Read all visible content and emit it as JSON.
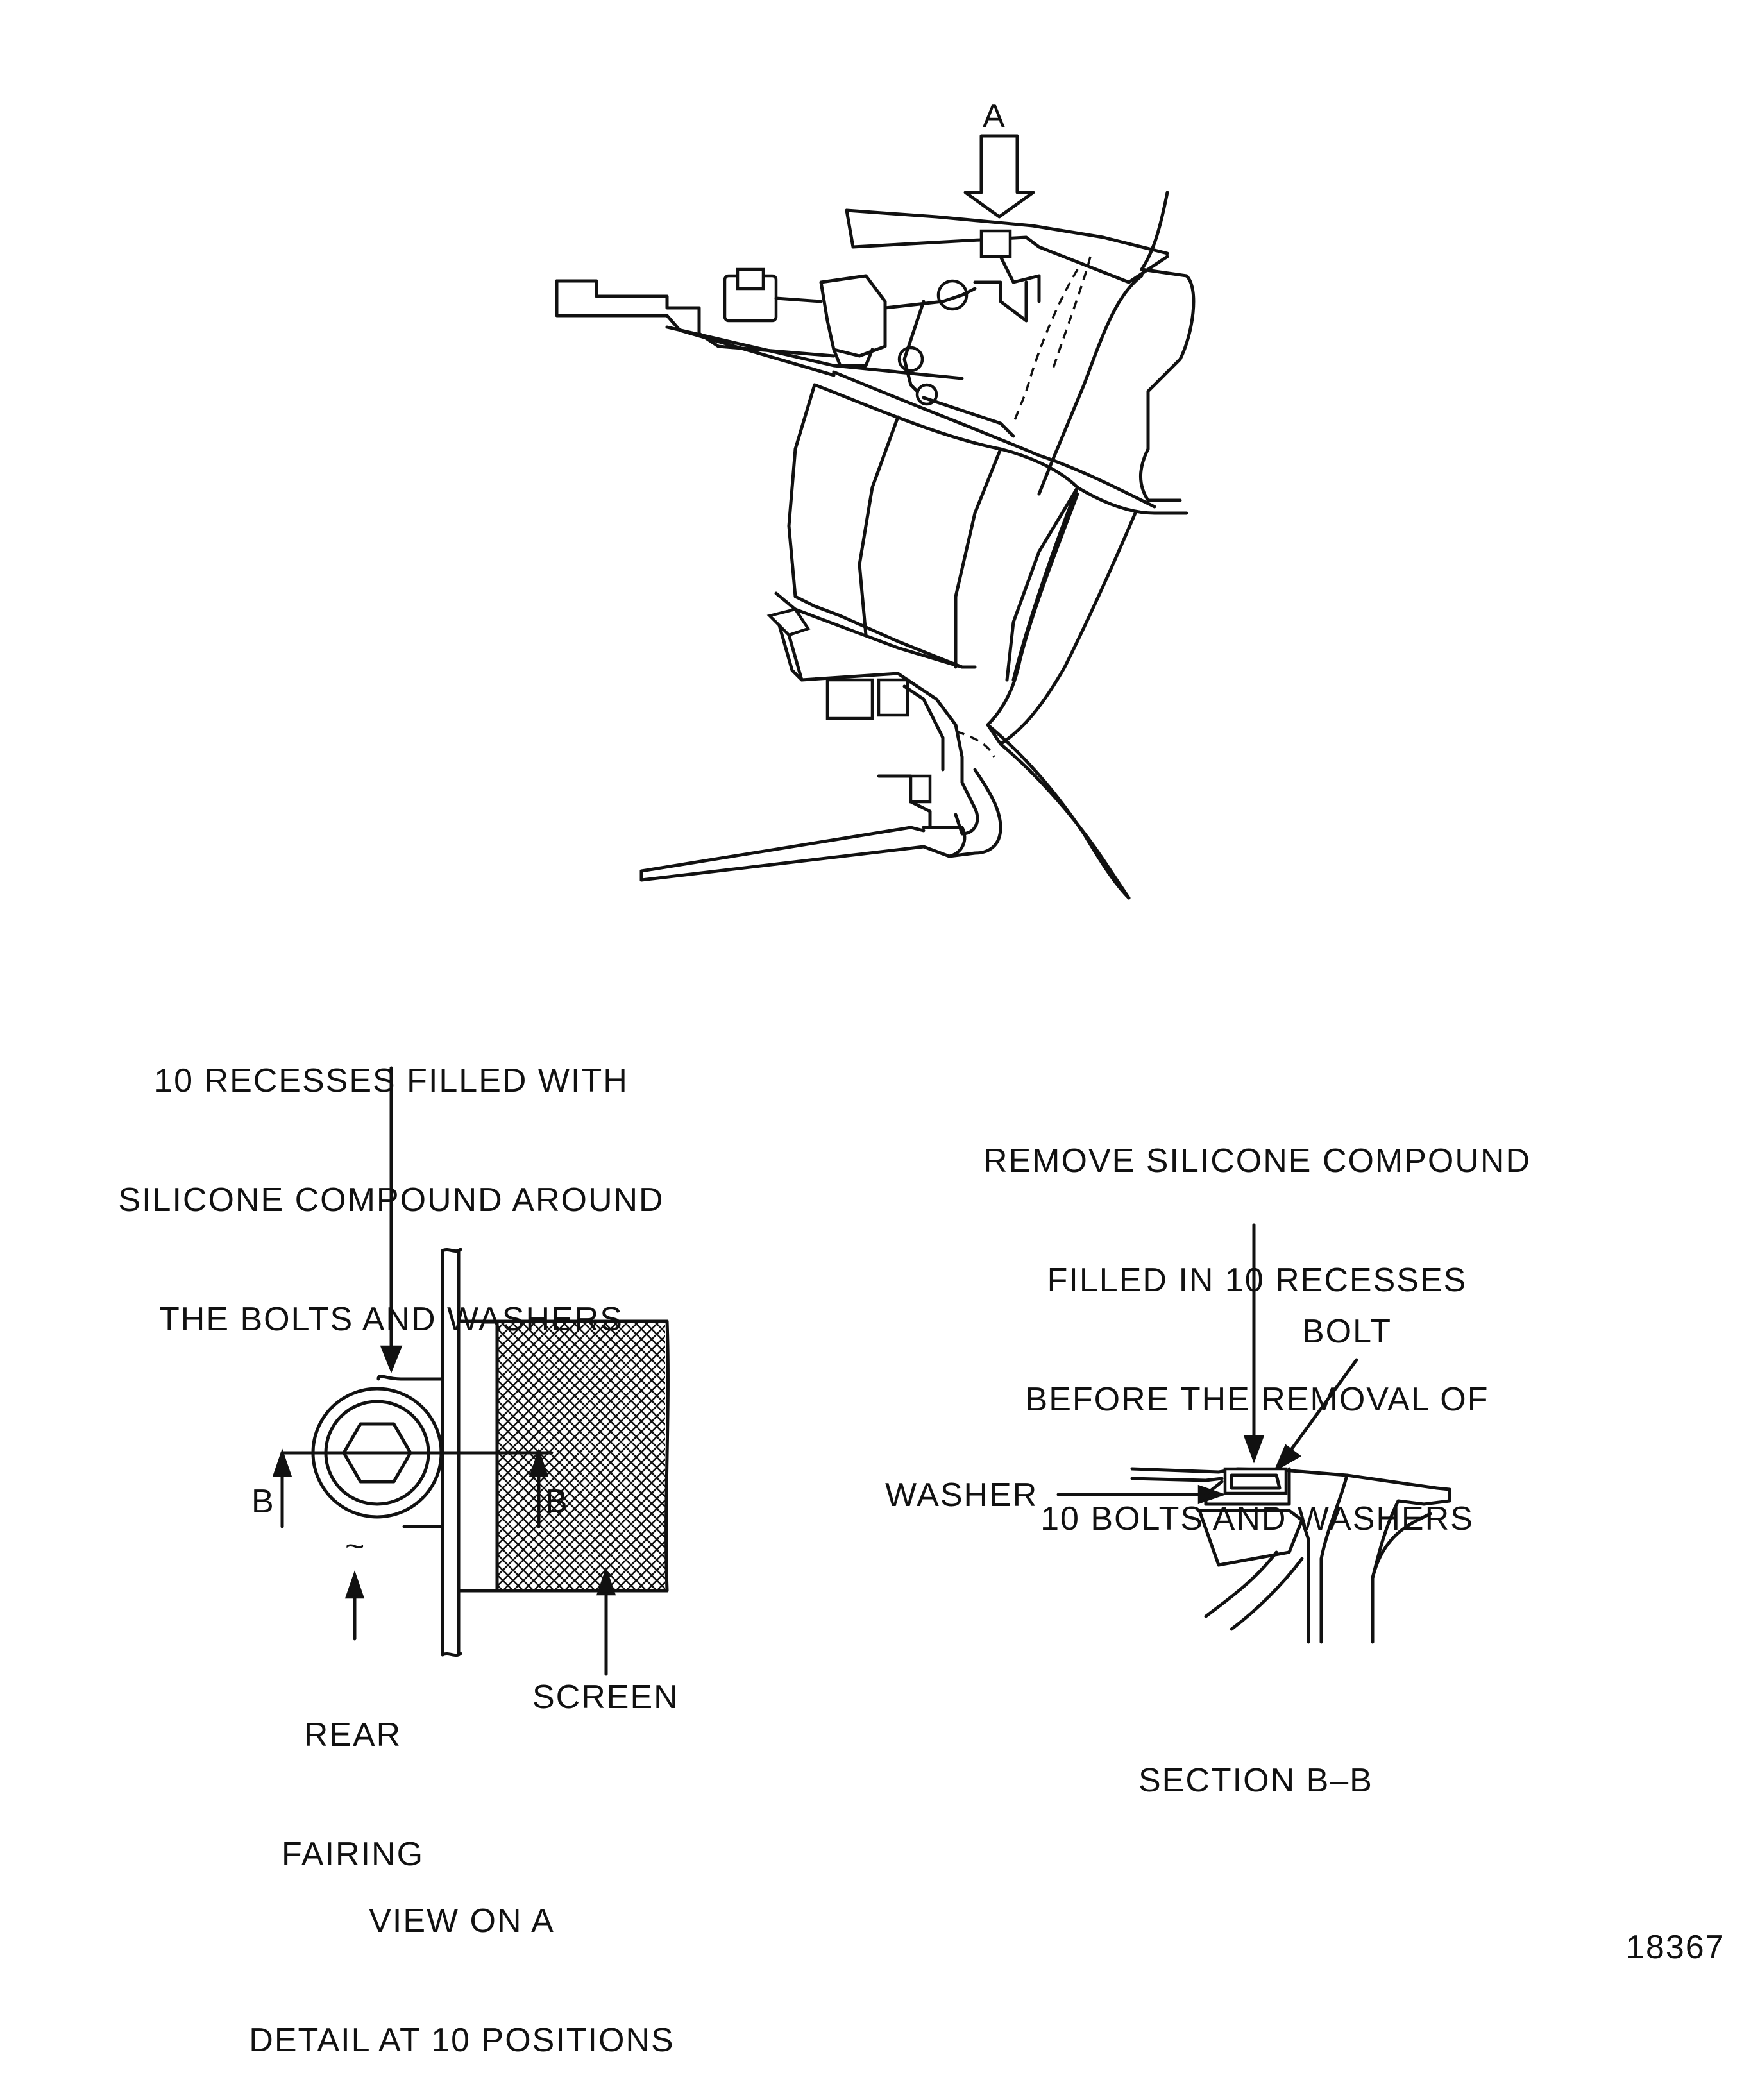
{
  "views": {
    "isometric": {
      "view_arrow_label": "A"
    },
    "view_on_a": {
      "callout_recesses": [
        "10 RECESSES FILLED WITH",
        "SILICONE COMPOUND AROUND",
        "THE BOLTS AND WASHERS"
      ],
      "section_marker_left": "B",
      "section_marker_right": "B",
      "tilde_mark": "~",
      "label_rear_fairing": [
        "REAR",
        "FAIRING"
      ],
      "label_screen": "SCREEN",
      "caption": [
        "VIEW ON A",
        "DETAIL AT 10 POSITIONS"
      ]
    },
    "section_b_b": {
      "callout_remove": [
        "REMOVE SILICONE COMPOUND",
        "FILLED IN 10 RECESSES",
        "BEFORE THE REMOVAL OF",
        "10 BOLTS AND WASHERS"
      ],
      "label_bolt": "BOLT",
      "label_washer": "WASHER",
      "caption": "SECTION B–B"
    }
  },
  "figure_number": "18367"
}
